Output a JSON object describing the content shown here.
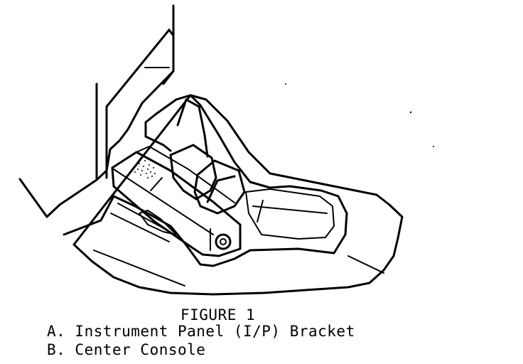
{
  "figure": {
    "title": "FIGURE 1",
    "legend": [
      "A. Instrument Panel (I/P) Bracket",
      "B. Center Console"
    ]
  },
  "colors": {
    "ink": "#000000",
    "paper": "#ffffff"
  }
}
